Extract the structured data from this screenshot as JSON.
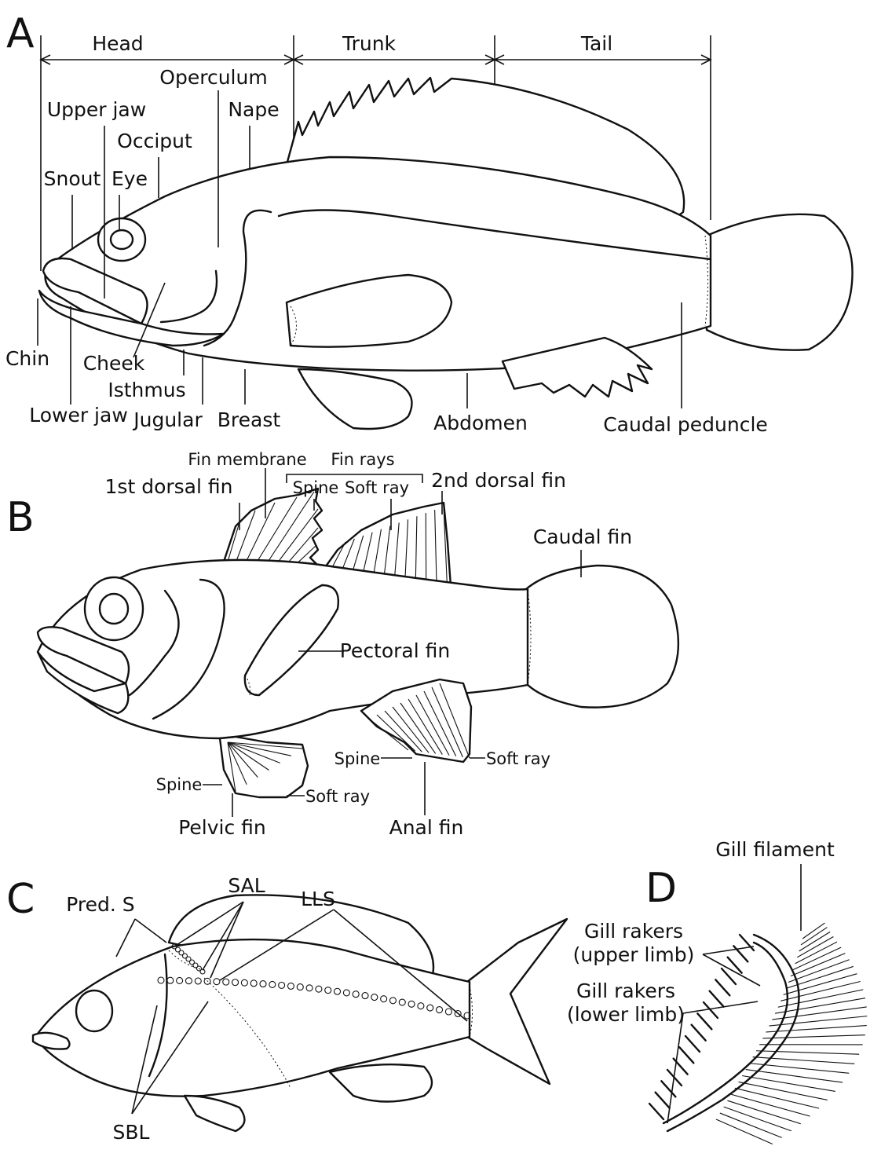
{
  "panels": {
    "a": "A",
    "b": "B",
    "c": "C",
    "d": "D"
  },
  "panel_a": {
    "regions": {
      "head": "Head",
      "trunk": "Trunk",
      "tail": "Tail"
    },
    "labels": {
      "operculum": "Operculum",
      "upper_jaw": "Upper jaw",
      "nape": "Nape",
      "occiput": "Occiput",
      "snout": "Snout",
      "eye": "Eye",
      "chin": "Chin",
      "cheek": "Cheek",
      "isthmus": "Isthmus",
      "lower_jaw": "Lower jaw",
      "jugular": "Jugular",
      "breast": "Breast",
      "abdomen": "Abdomen",
      "caudal_peduncle": "Caudal peduncle"
    }
  },
  "panel_b": {
    "labels": {
      "fin_membrane": "Fin membrane",
      "fin_rays": "Fin rays",
      "first_dorsal_fin": "1st dorsal fin",
      "spine_top": "Spine",
      "soft_ray_top": "Soft ray",
      "second_dorsal_fin": "2nd dorsal fin",
      "caudal_fin": "Caudal fin",
      "pectoral_fin": "Pectoral fin",
      "spine_anal": "Spine",
      "soft_ray_anal": "Soft ray",
      "spine_pelvic": "Spine",
      "soft_ray_pelvic": "Soft ray",
      "pelvic_fin": "Pelvic fin",
      "anal_fin": "Anal fin"
    }
  },
  "panel_c": {
    "labels": {
      "sal": "SAL",
      "pred_s": "Pred. S",
      "lls": "LLS",
      "sbl": "SBL"
    }
  },
  "panel_d": {
    "labels": {
      "gill_filament": "Gill filament",
      "gill_rakers_upper_1": "Gill rakers",
      "gill_rakers_upper_2": "(upper limb)",
      "gill_rakers_lower_1": "Gill rakers",
      "gill_rakers_lower_2": "(lower limb)"
    }
  }
}
